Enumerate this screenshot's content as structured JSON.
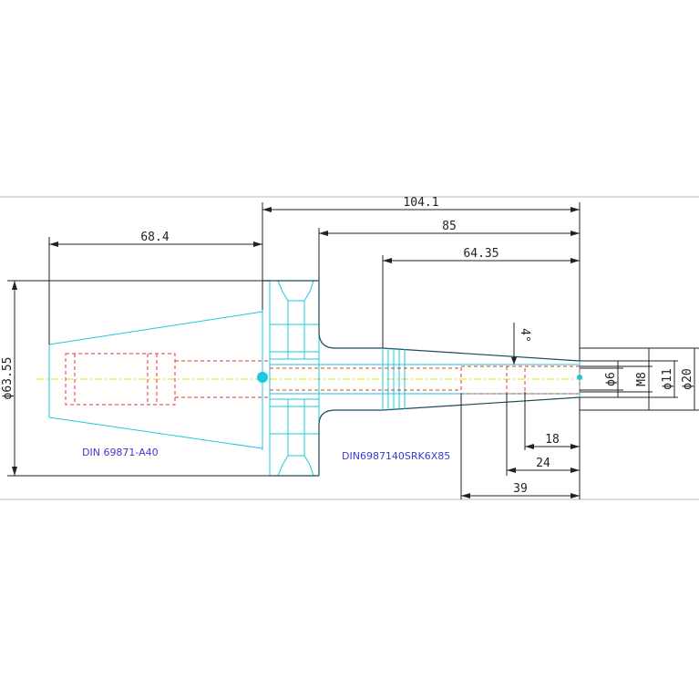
{
  "drawing": {
    "colors": {
      "outline": "#18c8e0",
      "hidden": "#e83030",
      "centerline": "#e0e000",
      "dimension": "#222222",
      "shank": "#1e4a5a",
      "label": "#3a3acc"
    },
    "dimensions": {
      "overall_length": "104.1",
      "shank_length": "85",
      "taper_length": "64.35",
      "holder_length": "68.4",
      "flange_diameter": "ϕ63.55",
      "bore_diameter": "ϕ6",
      "thread": "M8",
      "diameter_11": "ϕ11",
      "diameter_20": "ϕ20",
      "angle": "4°",
      "depth_18": "18",
      "depth_24": "24",
      "depth_39": "39"
    },
    "labels": {
      "holder_standard": "DIN 69871-A40",
      "tool_code": "DIN6987140SRK6X85"
    }
  }
}
